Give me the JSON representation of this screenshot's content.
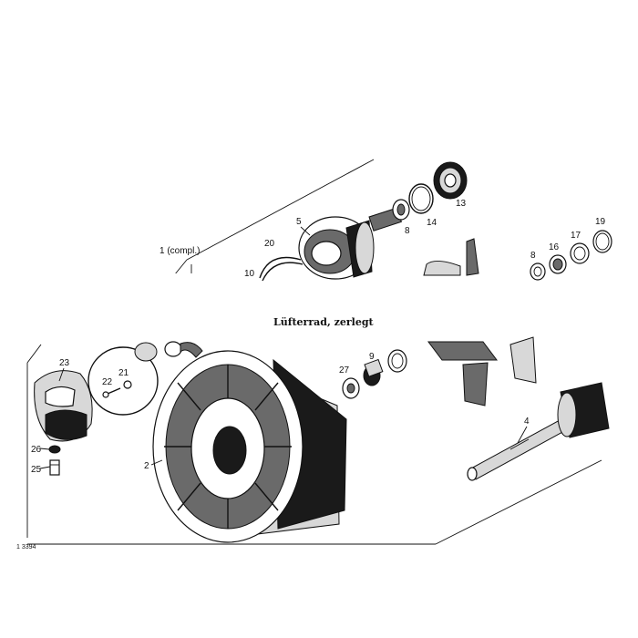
{
  "caption": "Lüfterrad, zerlegt",
  "drawing_ref": "1 3394",
  "assembly_label": "1 (compl.)",
  "part_labels": {
    "p2": "2",
    "p4": "4",
    "p5": "5",
    "p8a": "8",
    "p8b": "8",
    "p9": "9",
    "p10": "10",
    "p13": "13",
    "p14": "14",
    "p16": "16",
    "p17": "17",
    "p19": "19",
    "p20": "20",
    "p21": "21",
    "p22": "22",
    "p23": "23",
    "p25": "25",
    "p26": "26",
    "p27": "27"
  }
}
